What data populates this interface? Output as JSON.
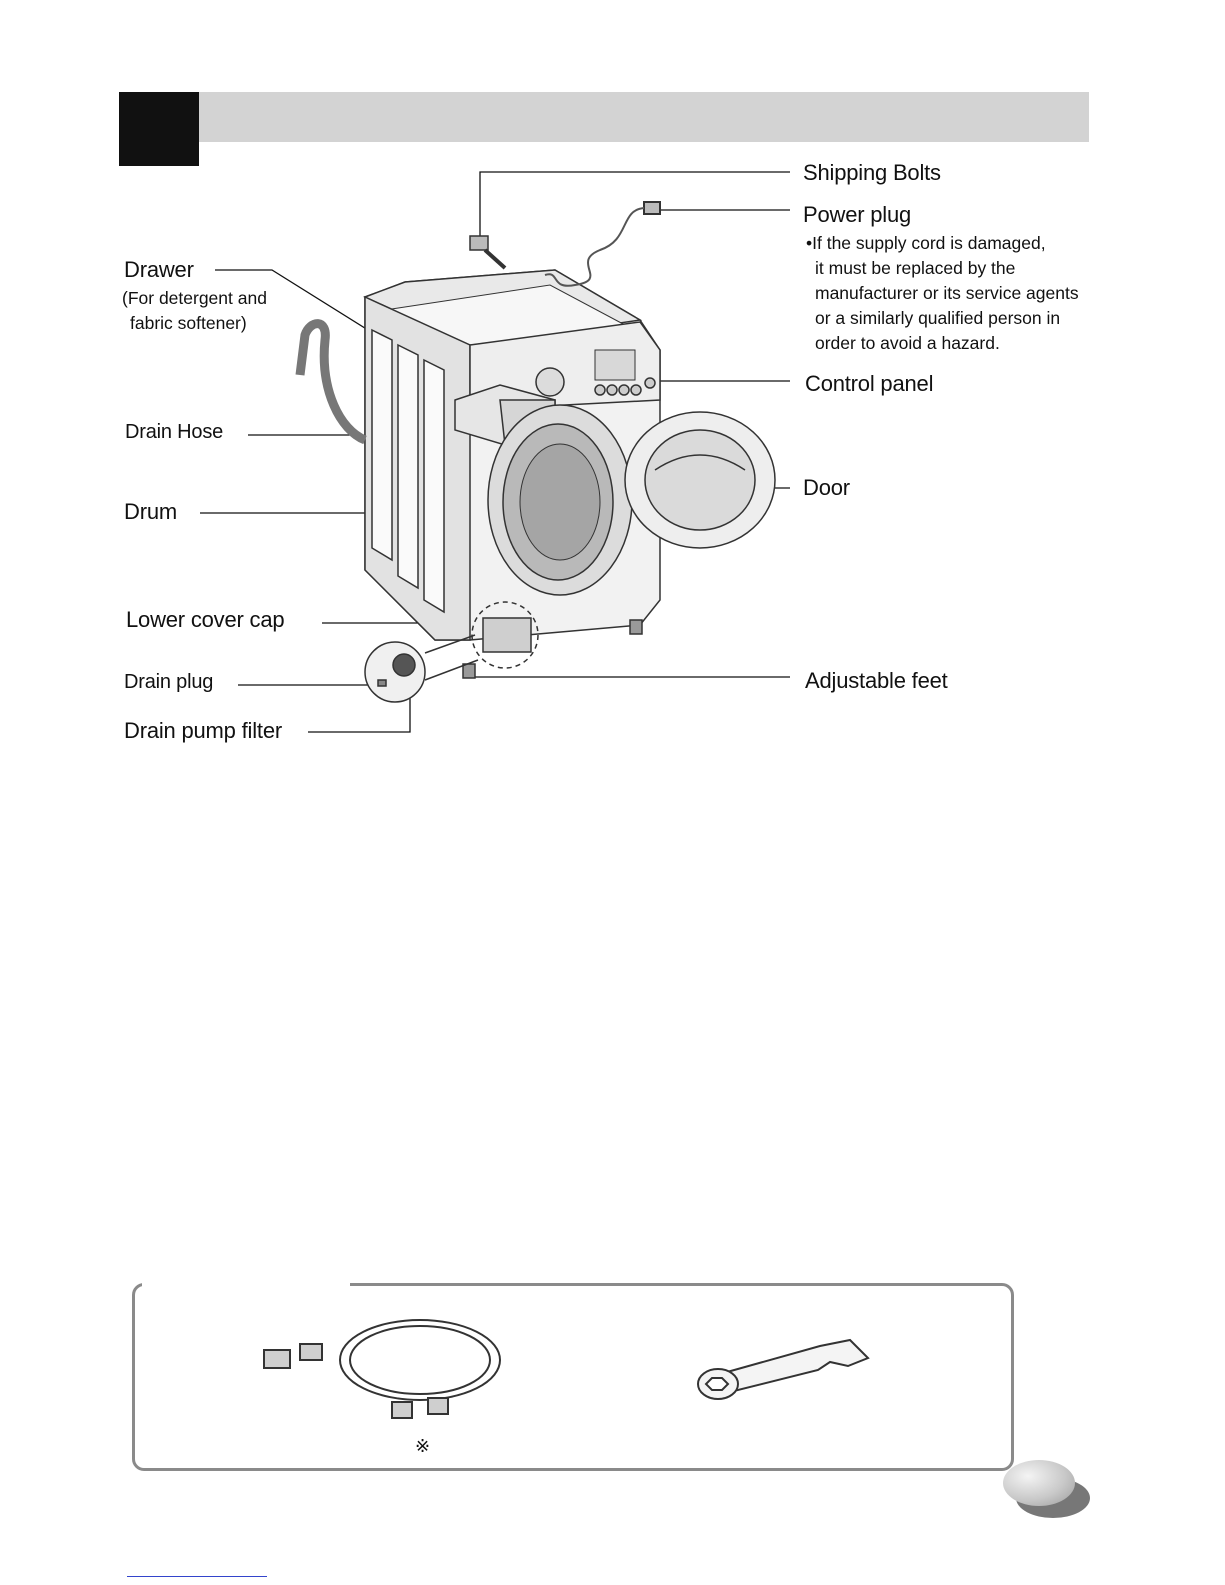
{
  "header": {},
  "labels": {
    "shipping_bolts": "Shipping Bolts",
    "power_plug": "Power plug",
    "power_plug_note": [
      "•If the supply cord is damaged,",
      "it must be replaced by the",
      "manufacturer or its service agents",
      "or a similarly qualified person in",
      "order to avoid a hazard."
    ],
    "drawer": "Drawer",
    "drawer_sub_1": "(For detergent and",
    "drawer_sub_2": "fabric softener)",
    "control_panel": "Control panel",
    "drain_hose": "Drain Hose",
    "door": "Door",
    "drum": "Drum",
    "lower_cover_cap": "Lower cover cap",
    "drain_plug": "Drain plug",
    "adjustable_feet": "Adjustable feet",
    "drain_pump_filter": "Drain pump filter"
  },
  "accessories": {
    "star": "※"
  },
  "colors": {
    "header_bar": "#d3d3d3",
    "header_block": "#111111",
    "box_border": "#8a8a8a"
  }
}
